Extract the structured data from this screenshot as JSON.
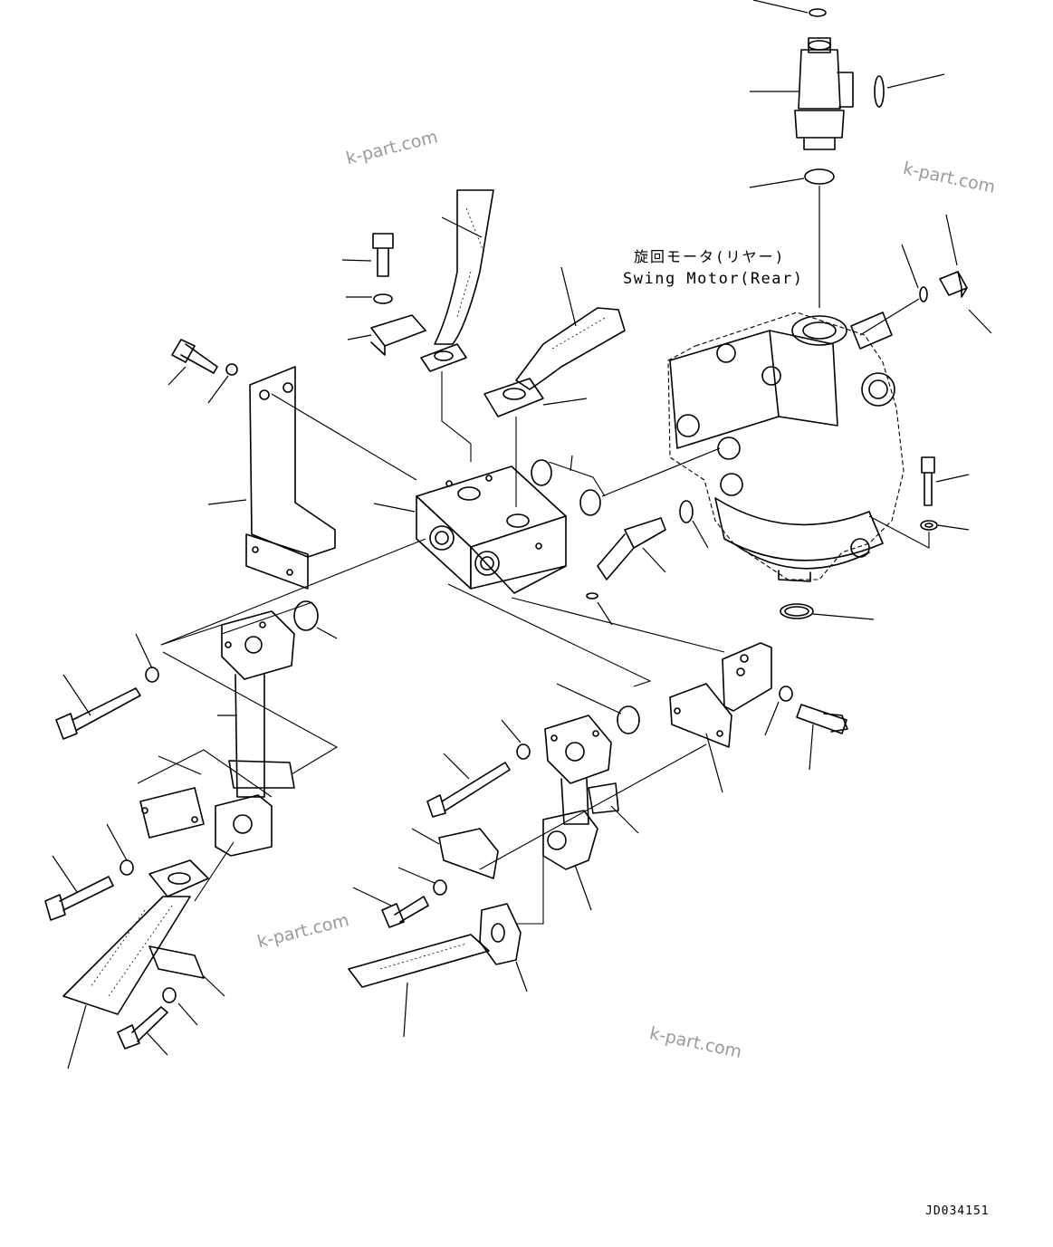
{
  "labels": {
    "caption_jp": "旋回モータ(リヤー)",
    "caption_en": "Swing Motor(Rear)",
    "drawing_code": "JD034151"
  },
  "watermarks": [
    "k-part.com",
    "k-part.com",
    "k-part.com",
    "k-part.com"
  ]
}
